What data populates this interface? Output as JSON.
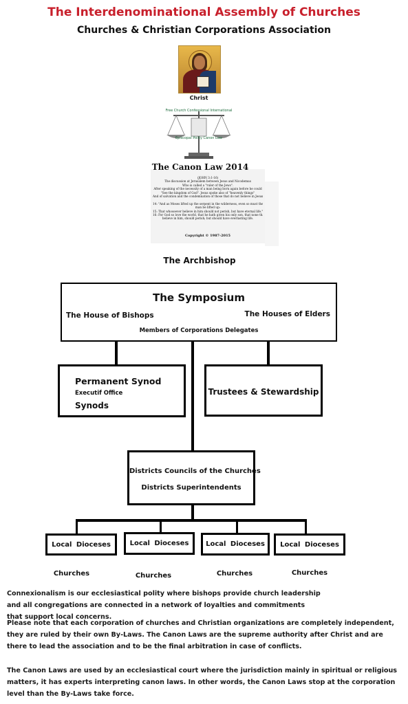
{
  "header": {
    "title": "The Interdenominational Assembly of Churches",
    "subtitle": "Churches & Christian Corporations Association"
  },
  "icon_caption": "Christ",
  "scales": {
    "label_top": "Free Church Confessional International",
    "label_bottom": "Episcopal Polity Canon Law"
  },
  "canon": {
    "title": "The Canon Law 2014",
    "lines": [
      "(JOHN 3:1-16)",
      "The discussion at Jerusalem between Jesus and Nicodemus",
      "Who is called a \"ruler of the Jews\".",
      "After speaking of the necessity of a man being born again before he could",
      "\"See the kingdom of God\". Jesus spoke also of \"heavenly things\"",
      "And of salvation and the condemnation of those that do not believe in Jesus.",
      "",
      "14: \"And as Moses lifted up the serpent in the wilderness, even so must the Son of",
      "man be lifted up:",
      "15: That whosoever believe in him should not perish, but have eternal life.\"",
      "16: For God so love the world, that he hath given his only son, that none that",
      "believe in him, should perish; but should have everlasting life."
    ],
    "copyright": "Copyright © 1987-2015"
  },
  "chart": {
    "archbishop": "The Archbishop",
    "symposium": {
      "title": "The Symposium",
      "left": "The House of Bishops",
      "right": "The Houses of Elders",
      "bottom": "Members of Corporations Delegates"
    },
    "permanent_synod": {
      "title": "Permanent Synod",
      "sub": "Executif Office",
      "synods": "Synods"
    },
    "trustees": "Trustees & Stewardship",
    "districts": {
      "line1": "Districts Councils of the Churches",
      "line2": "Districts Superintendents"
    },
    "dioceses": [
      "Local Dioceses",
      "Local Dioceses",
      "Local Dioceses",
      "Local Dioceses"
    ],
    "churches": [
      "Churches",
      "Churches",
      "Churches",
      "Churches"
    ]
  },
  "paragraphs": [
    "Connexionalism is our ecclesiastical polity where bishops provide church leadership and all congregations are connected in a network of loyalties and commitments that support local concerns.",
    "Please note that each corporation of churches and Christian organizations are completely independent, they are ruled by their own By-Laws. The Canon Laws are the supreme authority after Christ and are there to lead the association and to be the final arbitration in case of conflicts.",
    "The Canon Laws are used by an ecclesiastical court where the jurisdiction mainly in spiritual or religious matters, it has experts interpreting canon laws. In other words, the Canon Laws stop at the corporation level than the By-Laws take force."
  ]
}
